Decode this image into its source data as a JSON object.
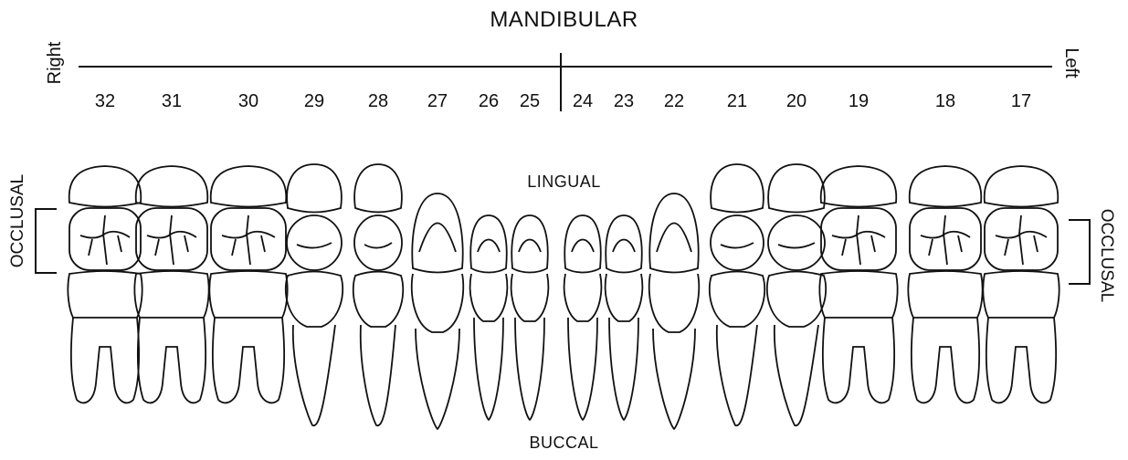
{
  "title": "MANDIBULAR",
  "side_labels": {
    "right": "Right",
    "left": "Left"
  },
  "surfaces": {
    "lingual": "LINGUAL",
    "buccal": "BUCCAL",
    "occlusal": "OCCLUSAL"
  },
  "teeth": [
    {
      "number": "32",
      "type": "molar"
    },
    {
      "number": "31",
      "type": "molar"
    },
    {
      "number": "30",
      "type": "molar"
    },
    {
      "number": "29",
      "type": "premolar"
    },
    {
      "number": "28",
      "type": "premolar"
    },
    {
      "number": "27",
      "type": "canine"
    },
    {
      "number": "26",
      "type": "incisor"
    },
    {
      "number": "25",
      "type": "incisor"
    },
    {
      "number": "24",
      "type": "incisor"
    },
    {
      "number": "23",
      "type": "incisor"
    },
    {
      "number": "22",
      "type": "canine"
    },
    {
      "number": "21",
      "type": "premolar"
    },
    {
      "number": "20",
      "type": "premolar"
    },
    {
      "number": "19",
      "type": "molar"
    },
    {
      "number": "18",
      "type": "molar"
    },
    {
      "number": "17",
      "type": "molar"
    }
  ]
}
